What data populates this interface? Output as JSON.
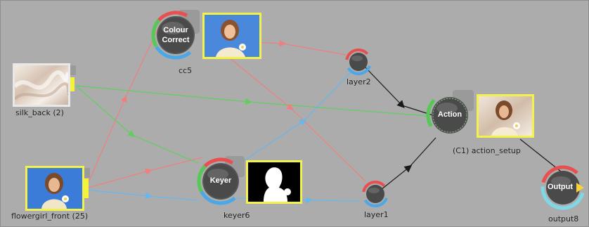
{
  "nodes": {
    "silk_back": {
      "label": "silk_back (2)"
    },
    "flowergirl_front": {
      "label": "flowergirl_front (25)"
    },
    "cc5": {
      "title_line1": "Colour",
      "title_line2": "Correct",
      "label": "cc5"
    },
    "keyer6": {
      "title": "Keyer",
      "label": "keyer6"
    },
    "layer2": {
      "label": "layer2"
    },
    "layer1": {
      "label": "layer1"
    },
    "action_setup": {
      "title": "Action",
      "label": "(C1) action_setup"
    },
    "output8": {
      "title": "Output",
      "label": "output8"
    }
  },
  "colors": {
    "background": "#acacac",
    "wire_front": "#ef7f7f",
    "wire_back": "#5fcf5f",
    "wire_matte": "#67b7ef",
    "wire_result": "#1a1a1a",
    "thumb_frame": "#f2f24a",
    "ring_red": "#e94f4f",
    "ring_green": "#55c855",
    "ring_blue": "#4aa8e8"
  }
}
